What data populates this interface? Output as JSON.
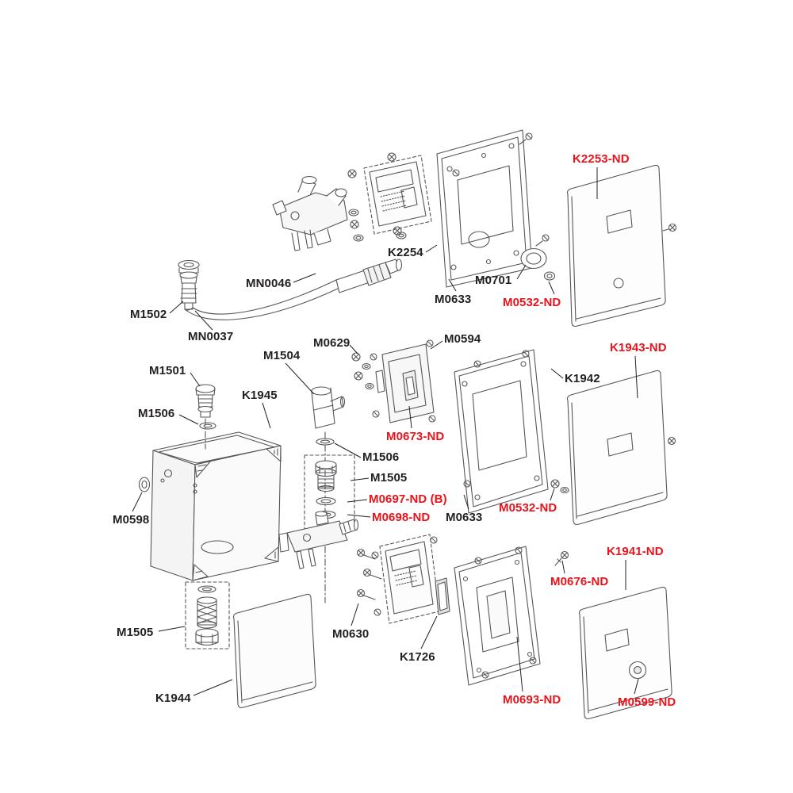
{
  "diagram": {
    "type": "exploded-parts-diagram",
    "colors": {
      "label_black": "#231f20",
      "label_red": "#e8131b",
      "line": "#55565a",
      "background": "#ffffff"
    },
    "labels": {
      "mn0046": {
        "text": "MN0046",
        "color": "black"
      },
      "m1502": {
        "text": "M1502",
        "color": "black"
      },
      "mn0037": {
        "text": "MN0037",
        "color": "black"
      },
      "k2254": {
        "text": "K2254",
        "color": "black"
      },
      "m0633_top": {
        "text": "M0633",
        "color": "black"
      },
      "m0701": {
        "text": "M0701",
        "color": "black"
      },
      "m0532_nd_top": {
        "text": "M0532-ND",
        "color": "red"
      },
      "k2253_nd": {
        "text": "K2253-ND",
        "color": "red"
      },
      "m0629": {
        "text": "M0629",
        "color": "black"
      },
      "m0594": {
        "text": "M0594",
        "color": "black"
      },
      "m1504": {
        "text": "M1504",
        "color": "black"
      },
      "m1501": {
        "text": "M1501",
        "color": "black"
      },
      "k1945": {
        "text": "K1945",
        "color": "black"
      },
      "m1506_left": {
        "text": "M1506",
        "color": "black"
      },
      "m0598": {
        "text": "M0598",
        "color": "black"
      },
      "m0673_nd": {
        "text": "M0673-ND",
        "color": "red"
      },
      "m1506_right": {
        "text": "M1506",
        "color": "black"
      },
      "m1505_right": {
        "text": "M1505",
        "color": "black"
      },
      "m0697_nd": {
        "text": "M0697-ND (B)",
        "color": "red"
      },
      "m0698_nd": {
        "text": "M0698-ND",
        "color": "red"
      },
      "k1942": {
        "text": "K1942",
        "color": "black"
      },
      "k1943_nd": {
        "text": "K1943-ND",
        "color": "red"
      },
      "m0532_nd_mid": {
        "text": "M0532-ND",
        "color": "red"
      },
      "m0633_mid": {
        "text": "M0633",
        "color": "black"
      },
      "m1505_bottom": {
        "text": "M1505",
        "color": "black"
      },
      "k1944": {
        "text": "K1944",
        "color": "black"
      },
      "m0630": {
        "text": "M0630",
        "color": "black"
      },
      "k1726": {
        "text": "K1726",
        "color": "black"
      },
      "m0676_nd": {
        "text": "M0676-ND",
        "color": "red"
      },
      "k1941_nd": {
        "text": "K1941-ND",
        "color": "red"
      },
      "m0693_nd": {
        "text": "M0693-ND",
        "color": "red"
      },
      "m0599_nd": {
        "text": "M0599-ND",
        "color": "red"
      }
    }
  }
}
